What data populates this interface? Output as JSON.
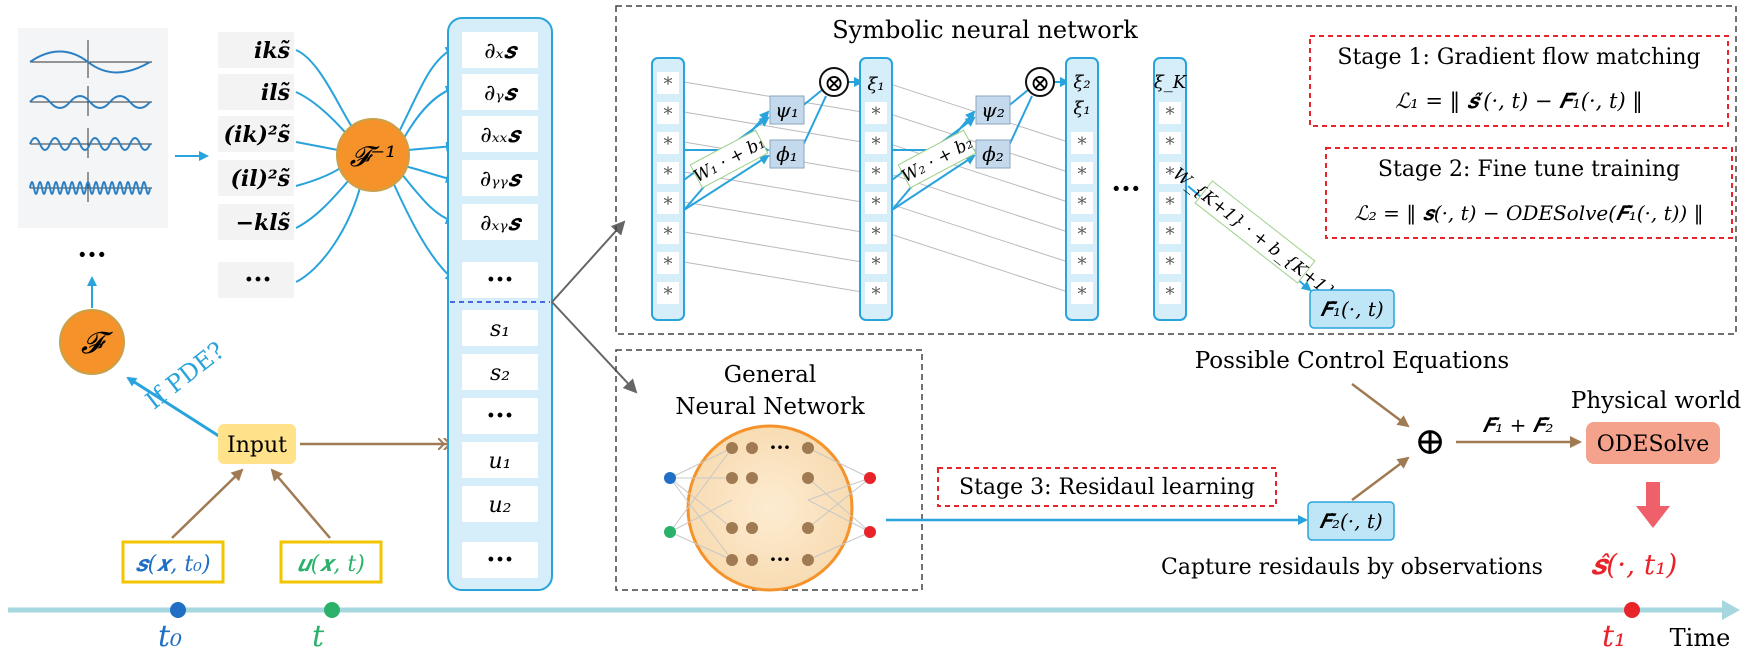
{
  "waves": {
    "more": "···"
  },
  "transform": {
    "forward": "𝓕",
    "inverse": "𝓕⁻¹",
    "if_pde": "If PDE?"
  },
  "spectral_terms": [
    "i𝒌𝒔̃",
    "i𝒍𝒔̃",
    "(i𝒌)²𝒔̃",
    "(i𝒍)²𝒔̃",
    "−𝒌𝒍𝒔̃",
    "···"
  ],
  "feature_column": {
    "derivatives": [
      "∂ₓ𝒔",
      "∂ᵧ𝒔",
      "∂ₓₓ𝒔",
      "∂ᵧᵧ𝒔",
      "∂ₓᵧ𝒔",
      "···"
    ],
    "states": [
      "s₁",
      "s₂",
      "···",
      "u₁",
      "u₂",
      "···"
    ]
  },
  "input": {
    "label": "Input",
    "state": "𝒔(𝒙, t₀)",
    "control": "𝒖(𝒙, t)"
  },
  "symbolic": {
    "title": "Symbolic neural network",
    "cell": "*",
    "w1": "W₁ · + b₁",
    "w2": "W₂ · + b₂",
    "wk": "W_{K+1} · + b_{K+1}",
    "psi1": "ψ₁",
    "phi1": "ϕ₁",
    "psi2": "ψ₂",
    "phi2": "ϕ₂",
    "xi1": "ξ₁",
    "xi2": "ξ₂",
    "xi1b": "ξ₁",
    "xik": "ξ_K",
    "mult": "⊗",
    "ellipsis": "···",
    "f1": "𝑭̂₁(·, t)"
  },
  "stages": {
    "s1_title": "Stage 1: Gradient flow matching",
    "s1_formula": "ℒ₁ = ‖ 𝒔̂′(·, t) − 𝑭̂₁(·, t) ‖",
    "s2_title": "Stage 2: Fine tune training",
    "s2_formula": "ℒ₂ = ‖ 𝒔(·, t) − ODESolve(𝑭̂₁(·, t)) ‖",
    "s3_title": "Stage 3: Residaul learning"
  },
  "general_nn": {
    "title1": "General",
    "title2": "Neural Network",
    "dots": "···"
  },
  "right": {
    "possible": "Possible Control Equations",
    "capture": "Capture residauls by observations",
    "f2": "𝑭̂₂(·, t)",
    "oplus": "⊕",
    "sum": "𝑭̂₁ + 𝑭̂₂",
    "physical": "Physical world",
    "odesolve": "ODESolve",
    "output": "𝒔̂(·, t₁)"
  },
  "timeline": {
    "t0": "t₀",
    "t": "t",
    "t1": "t₁",
    "time": "Time"
  },
  "colors": {
    "blue": "#29a3dc",
    "brown": "#a07a52",
    "orange": "#f5922a",
    "red_dash": "#e8232a",
    "col_fill": "#d6eefa",
    "input_fill": "#ffe28a",
    "odesolve_fill": "#f4a28c",
    "timeline": "#a6d7de",
    "t0": "#1f6fc4",
    "t": "#2ab26a",
    "t1": "#e8232a"
  }
}
